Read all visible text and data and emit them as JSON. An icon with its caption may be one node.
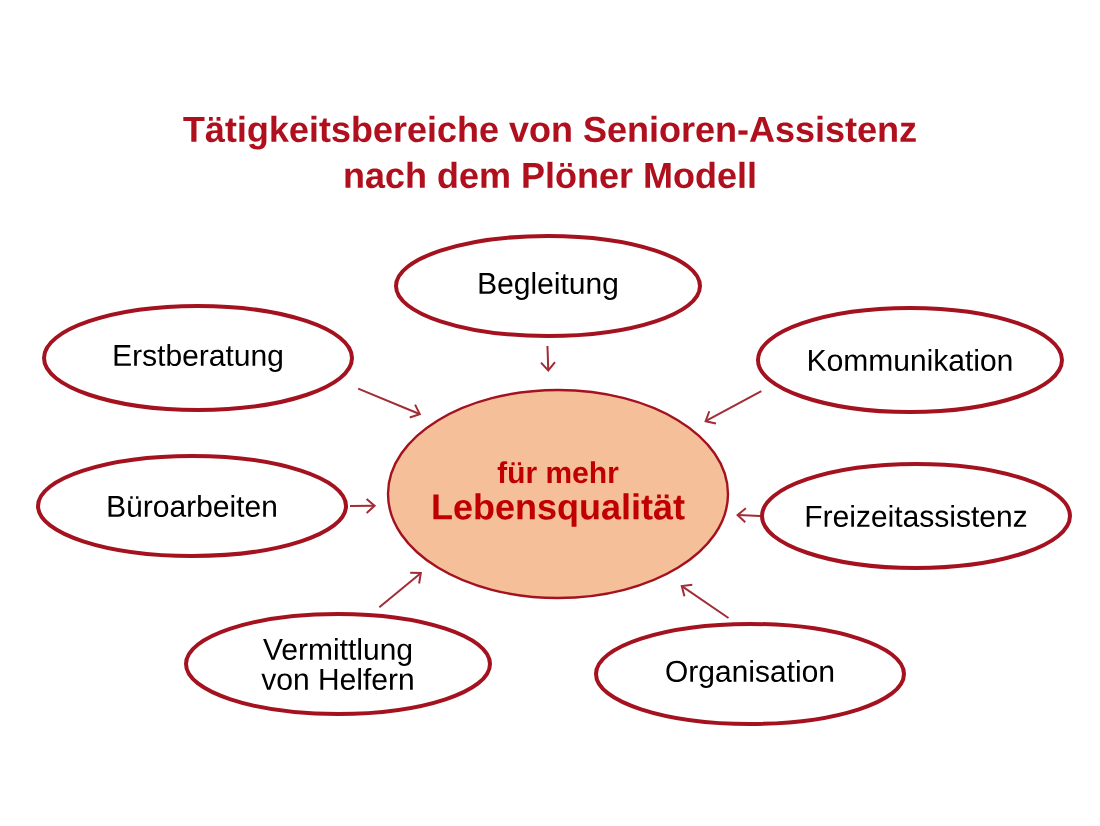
{
  "diagram": {
    "title": "Tätigkeitsbereiche von Senioren-Assistenz nach dem Plöner Modell",
    "nodes": [
      {
        "text": [
          "Begleitung"
        ]
      },
      {
        "text": [
          "Erstberatung"
        ]
      },
      {
        "text": [
          "Kommunikation"
        ]
      },
      {
        "text": [
          "für mehr",
          "Lebensqualität"
        ]
      },
      {
        "text": [
          "Büroarbeiten"
        ]
      },
      {
        "text": [
          "Freizeitassistenz"
        ]
      },
      {
        "text": [
          "Vermittlung von Helfern"
        ]
      },
      {
        "text": [
          "Organisation"
        ]
      }
    ],
    "edges": [
      {
        "from": 0,
        "to": 3,
        "arrow": "to"
      },
      {
        "from": 1,
        "to": 3,
        "arrow": "to"
      },
      {
        "from": 2,
        "to": 3,
        "arrow": "to"
      },
      {
        "from": 4,
        "to": 3,
        "arrow": "to"
      },
      {
        "from": 5,
        "to": 3,
        "arrow": "to"
      },
      {
        "from": 6,
        "to": 3,
        "arrow": "to"
      },
      {
        "from": 7,
        "to": 3,
        "arrow": "to"
      }
    ]
  }
}
